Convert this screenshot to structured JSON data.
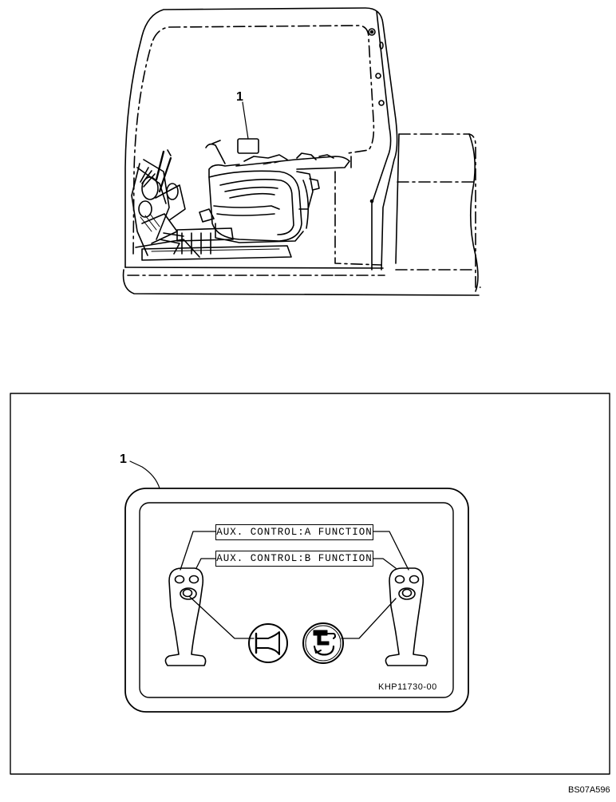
{
  "callouts": {
    "top": "1",
    "detail": "1"
  },
  "decal": {
    "label_a": "AUX. CONTROL:A FUNCTION",
    "label_b": "AUX. CONTROL:B FUNCTION",
    "part_number": "KHP11730-00",
    "icons": [
      "horn-icon",
      "auxiliary-hydraulic-icon"
    ]
  },
  "figure_code": "BS07A596"
}
